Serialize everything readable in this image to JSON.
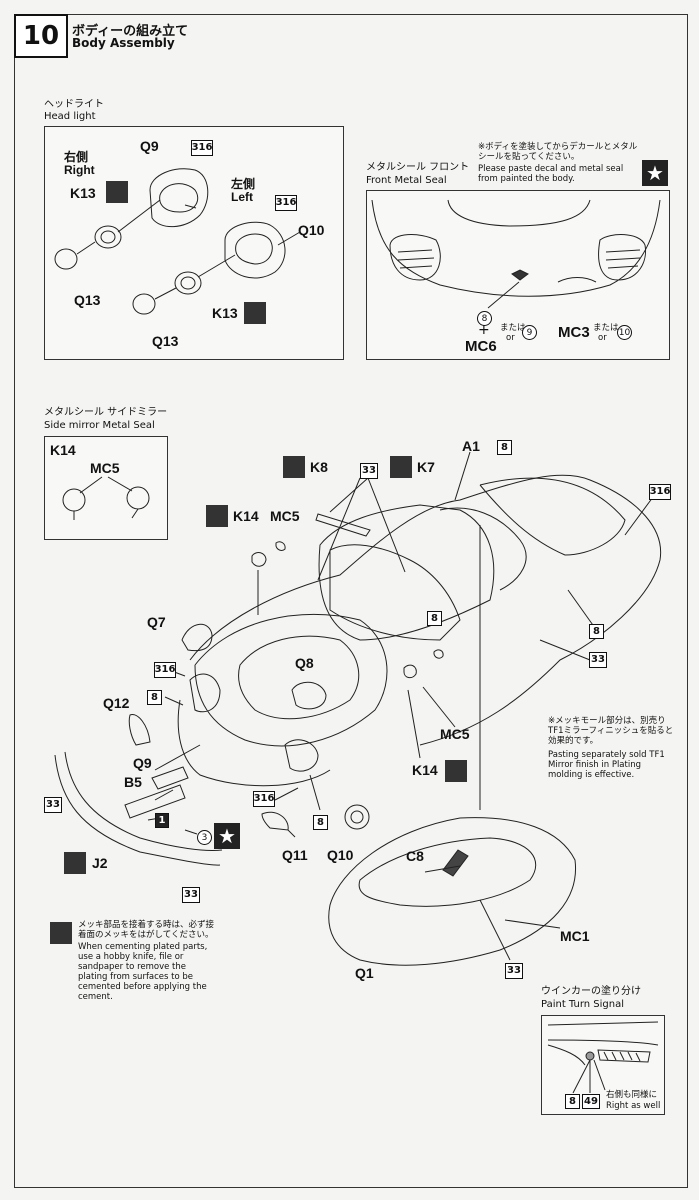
{
  "step": {
    "number": "10",
    "title_jp": "ボディーの組み立て",
    "title_en": "Body Assembly"
  },
  "headlight": {
    "section_jp": "ヘッドライト",
    "section_en": "Head light",
    "right_jp": "右側",
    "right_en": "Right",
    "left_jp": "左側",
    "left_en": "Left",
    "parts": {
      "q9": "Q9",
      "q10": "Q10",
      "k13": "K13",
      "q13": "Q13"
    },
    "paint": "316"
  },
  "front_seal": {
    "section_jp": "メタルシール フロント",
    "section_en": "Front Metal Seal",
    "note_jp": "※ボディを塗装してからデカールとメタルシールを貼ってください。",
    "note_en": "Please paste decal and metal seal from painted the body.",
    "decal_8": "8",
    "plus": "+",
    "mc6": "MC6",
    "or_jp": "または",
    "or_en": "or",
    "decal_9": "9",
    "mc3": "MC3",
    "decal_10": "10"
  },
  "mirror_seal": {
    "section_jp": "メタルシール サイドミラー",
    "section_en": "Side mirror Metal Seal",
    "k14": "K14",
    "mc5": "MC5"
  },
  "main": {
    "k8": "K8",
    "k7": "K7",
    "k14": "K14",
    "mc5": "MC5",
    "a1": "A1",
    "q7": "Q7",
    "q8": "Q8",
    "q12": "Q12",
    "q9": "Q9",
    "b5": "B5",
    "j2": "J2",
    "q11": "Q11",
    "q10": "Q10",
    "c8": "C8",
    "mc1": "MC1",
    "q1": "Q1",
    "decal_3": "3",
    "paint_33": "33",
    "paint_8": "8",
    "paint_316": "316",
    "paint_1": "1"
  },
  "mirror_note": {
    "jp": "※メッキモール部分は、別売りTF1ミラーフィニッシュを貼ると効果的です。",
    "en": "Pasting separately sold TF1 Mirror finish in Plating molding is effective."
  },
  "plating_note": {
    "jp": "メッキ部品を接着する時は、必ず接着面のメッキをはがしてください。",
    "en": "When cementing plated parts, use a hobby knife, file or sandpaper to remove the plating from surfaces to be cemented before applying the cement."
  },
  "turn_signal": {
    "section_jp": "ウインカーの塗り分け",
    "section_en": "Paint Turn Signal",
    "paint_8": "8",
    "paint_49": "49",
    "same_jp": "右側も同様に",
    "same_en": "Right as well"
  }
}
